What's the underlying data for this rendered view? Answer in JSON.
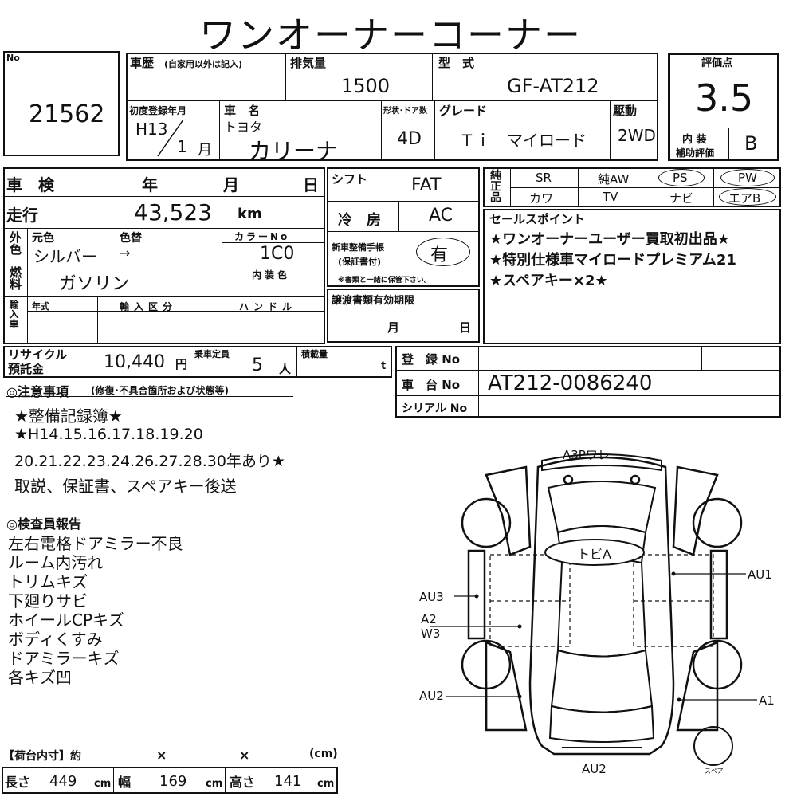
{
  "header": {
    "title": "ワンオーナーコーナー"
  },
  "lot": {
    "label": "No",
    "number": "21562"
  },
  "history": {
    "label": "車歴",
    "note": "(自家用以外は記入)"
  },
  "displacement": {
    "label": "排気量",
    "value": "1500"
  },
  "model": {
    "label": "型　式",
    "value": "GF-AT212"
  },
  "score": {
    "label": "評価点",
    "value": "3.5",
    "interior_label_1": "内 装",
    "interior_label_2": "補助評価",
    "interior_value": "B"
  },
  "first_reg": {
    "label": "初度登録年月",
    "era": "H13",
    "month": "1",
    "month_unit": "月"
  },
  "car_name": {
    "label": "車　名",
    "maker": "トヨタ",
    "name": "カリーナ"
  },
  "body_doors": {
    "label": "形状･ドア数",
    "value": "4D"
  },
  "grade": {
    "label": "グレード",
    "value": "Ｔｉ　マイロード"
  },
  "drive": {
    "label": "駆動",
    "value": "2WD"
  },
  "shaken": {
    "label": "車　検",
    "year": "年",
    "month": "月",
    "day": "日"
  },
  "shift": {
    "label": "シフト",
    "value": "FAT"
  },
  "equipment": {
    "label": "純正品",
    "items": [
      "SR",
      "純AW",
      "PS",
      "PW",
      "カワ",
      "TV",
      "ナビ",
      "エアB"
    ]
  },
  "mileage": {
    "label": "走行",
    "value": "43,523",
    "unit": "km"
  },
  "aircon": {
    "label": "冷　房",
    "value": "AC"
  },
  "color": {
    "outer_label": "外色",
    "orig_label": "元色",
    "change_label": "色替",
    "orig_value": "シルバー",
    "change_value": "→",
    "code_label": "カラーNo",
    "code_value": "1C0",
    "interior_label": "内装色"
  },
  "fuel": {
    "label": "燃料",
    "value": "ガソリン"
  },
  "manual": {
    "label_1": "新車整備手帳",
    "label_2": "(保証書付)",
    "value": "有",
    "note": "※書類と一緒に保管下さい。"
  },
  "import": {
    "label": "輸入車",
    "year_label": "年式",
    "type_label": "輸入区分",
    "handle_label": "ハンドル"
  },
  "transfer": {
    "label": "譲渡書類有効期限",
    "month": "月",
    "day": "日"
  },
  "sales_points": {
    "label": "セールスポイント",
    "lines": [
      "★ワンオーナーユーザー買取初出品★",
      "★特別仕様車マイロードプレミアム21",
      "★スペアキー×2★"
    ]
  },
  "recycle": {
    "label_1": "リサイクル",
    "label_2": "預託金",
    "value": "10,440",
    "unit": "円"
  },
  "capacity": {
    "label": "乗車定員",
    "value": "5",
    "unit": "人"
  },
  "load": {
    "label": "積載量",
    "unit": "t"
  },
  "registration": {
    "label": "登　録 No"
  },
  "chassis": {
    "label": "車　台 No",
    "value": "AT212-0086240"
  },
  "serial": {
    "label": "シリアル No"
  },
  "notes": {
    "label": "◎注意事項",
    "sub": "(修復･不具合箇所および状態等)",
    "lines": [
      "★整備記録簿★",
      "★H14.15.16.17.18.19.20",
      "20.21.22.23.24.26.27.28.30年あり★",
      "取説、保証書、スペアキー後送"
    ]
  },
  "inspector": {
    "label": "◎検査員報告",
    "lines": [
      "左右電格ドアミラー不良",
      "ルーム内汚れ",
      "トリムキズ",
      "下廻りサビ",
      "ホイールCPキズ",
      "ボディくすみ",
      "ドアミラーキズ",
      "各キズ凹"
    ]
  },
  "diagram": {
    "marks": {
      "top": "A3Pワレ",
      "roof": "トビA",
      "au1": "AU1",
      "au3": "AU3",
      "a2": "A2",
      "w3": "W3",
      "au2_left": "AU2",
      "a1": "A1",
      "au2_bottom": "AU2",
      "spare": "スペア"
    }
  },
  "cargo": {
    "label": "【荷台内寸】約",
    "x1": "×",
    "x2": "×",
    "unit_cm": "(cm)",
    "length_label": "長さ",
    "length_value": "449",
    "width_label": "幅",
    "width_value": "169",
    "height_label": "高さ",
    "height_value": "141",
    "cm": "cm"
  }
}
